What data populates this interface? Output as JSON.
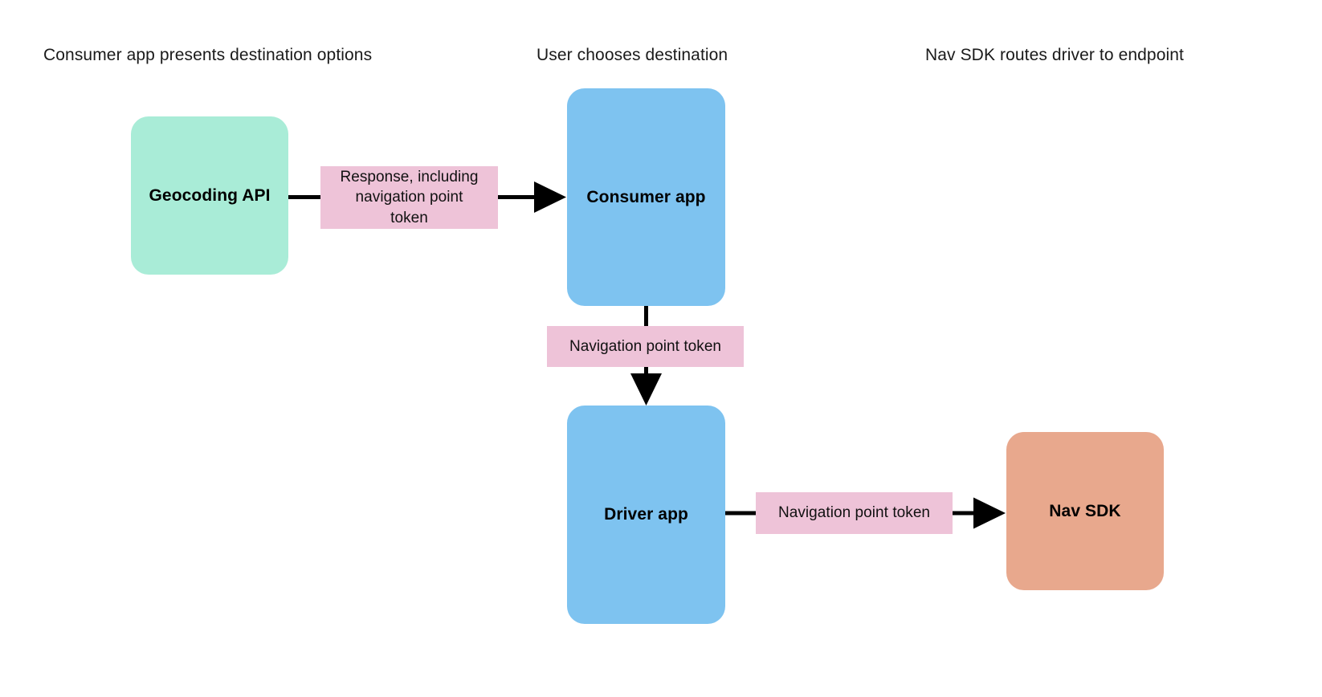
{
  "diagram": {
    "title_row": [
      {
        "id": "col-1",
        "label": "Consumer app presents destination options"
      },
      {
        "id": "col-2",
        "label": "User chooses destination"
      },
      {
        "id": "col-3",
        "label": "Nav SDK routes driver to endpoint"
      }
    ],
    "nodes": [
      {
        "id": "geocoding-api",
        "label": "Geocoding API",
        "color": "#a9ecd7"
      },
      {
        "id": "consumer-app",
        "label": "Consumer app",
        "color": "#7ec3f0"
      },
      {
        "id": "driver-app",
        "label": "Driver app",
        "color": "#7ec3f0"
      },
      {
        "id": "nav-sdk",
        "label": "Nav SDK",
        "color": "#e8a88d"
      }
    ],
    "edges": [
      {
        "id": "geocoding-to-consumer",
        "from": "geocoding-api",
        "to": "consumer-app",
        "direction": "right",
        "label_lines": [
          "Response, including",
          "navigation point",
          "token"
        ],
        "label_color": "#eec3d8"
      },
      {
        "id": "consumer-to-driver",
        "from": "consumer-app",
        "to": "driver-app",
        "direction": "down",
        "label_lines": [
          "Navigation point token"
        ],
        "label_color": "#eec3d8"
      },
      {
        "id": "driver-to-navsdk",
        "from": "driver-app",
        "to": "nav-sdk",
        "direction": "right",
        "label_lines": [
          "Navigation point token"
        ],
        "label_color": "#eec3d8"
      }
    ],
    "colors": {
      "background": "#ffffff",
      "edge_stroke": "#000000",
      "text": "#1a1a1a",
      "node_green": "#a9ecd7",
      "node_blue": "#7ec3f0",
      "node_salmon": "#e8a88d",
      "label_pink": "#eec3d8"
    }
  }
}
